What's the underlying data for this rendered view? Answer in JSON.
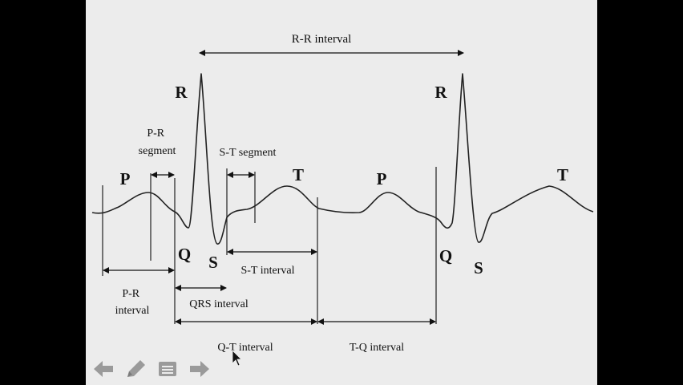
{
  "diagram": {
    "labels": {
      "rr_interval": "R-R interval",
      "r1": "R",
      "r2": "R",
      "pr_segment": "P-R\nsegment",
      "st_segment": "S-T segment",
      "p1": "P",
      "t1": "T",
      "p2": "P",
      "t2": "T",
      "q1": "Q",
      "s1": "S",
      "q2": "Q",
      "s2": "S",
      "st_interval": "S-T interval",
      "pr_interval": "P-R\ninterval",
      "qrs_interval": "QRS interval",
      "qt_interval": "Q-T interval",
      "tq_interval": "T-Q interval"
    }
  },
  "controls": {
    "icons": [
      "arrow-left-icon",
      "pen-icon",
      "menu-icon",
      "arrow-right-icon"
    ],
    "color": "#9a9a9a"
  }
}
